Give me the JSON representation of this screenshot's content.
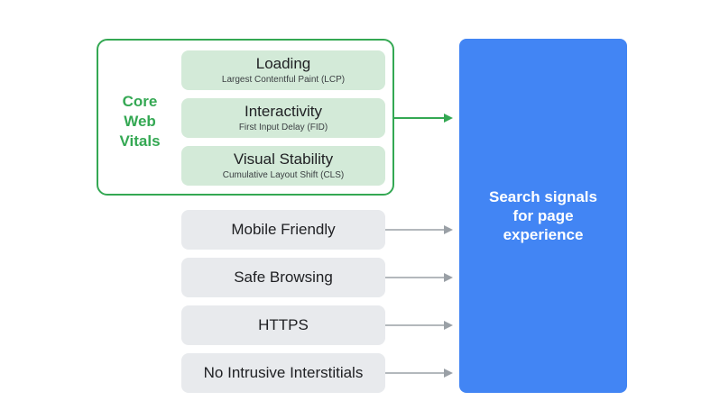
{
  "core_web_vitals": {
    "label_lines": [
      "Core",
      "Web",
      "Vitals"
    ],
    "items": [
      {
        "title": "Loading",
        "subtitle": "Largest Contentful Paint (LCP)"
      },
      {
        "title": "Interactivity",
        "subtitle": "First Input Delay (FID)"
      },
      {
        "title": "Visual Stability",
        "subtitle": "Cumulative Layout Shift (CLS)"
      }
    ]
  },
  "signals": [
    {
      "label": "Mobile Friendly"
    },
    {
      "label": "Safe Browsing"
    },
    {
      "label": "HTTPS"
    },
    {
      "label": "No Intrusive Interstitials"
    }
  ],
  "result": {
    "lines": [
      "Search signals",
      "for page",
      "experience"
    ]
  },
  "colors": {
    "core_web_vitals_accent": "#34a853",
    "vital_box_fill": "#d3ead8",
    "signal_box_fill": "#e8eaed",
    "result_fill": "#4285f4",
    "signal_arrow": "#9aa0a6"
  }
}
